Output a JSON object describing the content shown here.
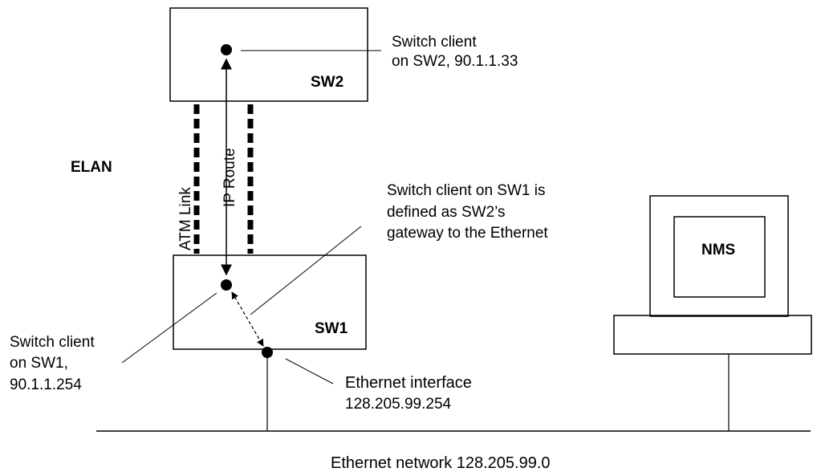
{
  "nodes": {
    "sw2": {
      "label": "SW2"
    },
    "sw1": {
      "label": "SW1"
    },
    "nms": {
      "label": "NMS"
    }
  },
  "labels": {
    "elan": "ELAN",
    "atm_link": "ATM Link",
    "ip_route": "IP Route",
    "sw2_client": [
      "Switch client",
      "on SW2, 90.1.1.33"
    ],
    "gateway_note": [
      "Switch client on SW1 is",
      "defined as SW2’s",
      "gateway to the Ethernet"
    ],
    "sw1_client": [
      "Switch client",
      "on SW1,",
      "90.1.1.254"
    ],
    "ethernet_interface": [
      "Ethernet interface",
      "128.205.99.254"
    ],
    "ethernet_network": "Ethernet network 128.205.99.0"
  }
}
